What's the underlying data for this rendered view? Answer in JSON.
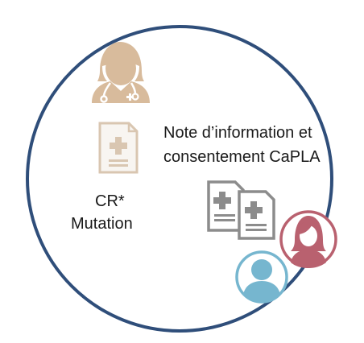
{
  "labels": {
    "note_line1": "Note d’information et",
    "note_line2": "consentement CaPLA",
    "cr_line1": "CR*",
    "cr_line2": "Mutation"
  },
  "icons": {
    "doctor": "doctor-icon",
    "single_document": "medical-document-icon",
    "double_document": "medical-documents-icon",
    "female_patient": "female-patient-icon",
    "male_patient": "male-patient-icon"
  },
  "colors": {
    "circle_outline": "#2f4e7a",
    "doctor": "#d8bb9c",
    "single_document": "#d9c6b1",
    "double_document": "#8c8c8c",
    "female_patient": "#b9616f",
    "male_patient": "#76b6cf"
  }
}
